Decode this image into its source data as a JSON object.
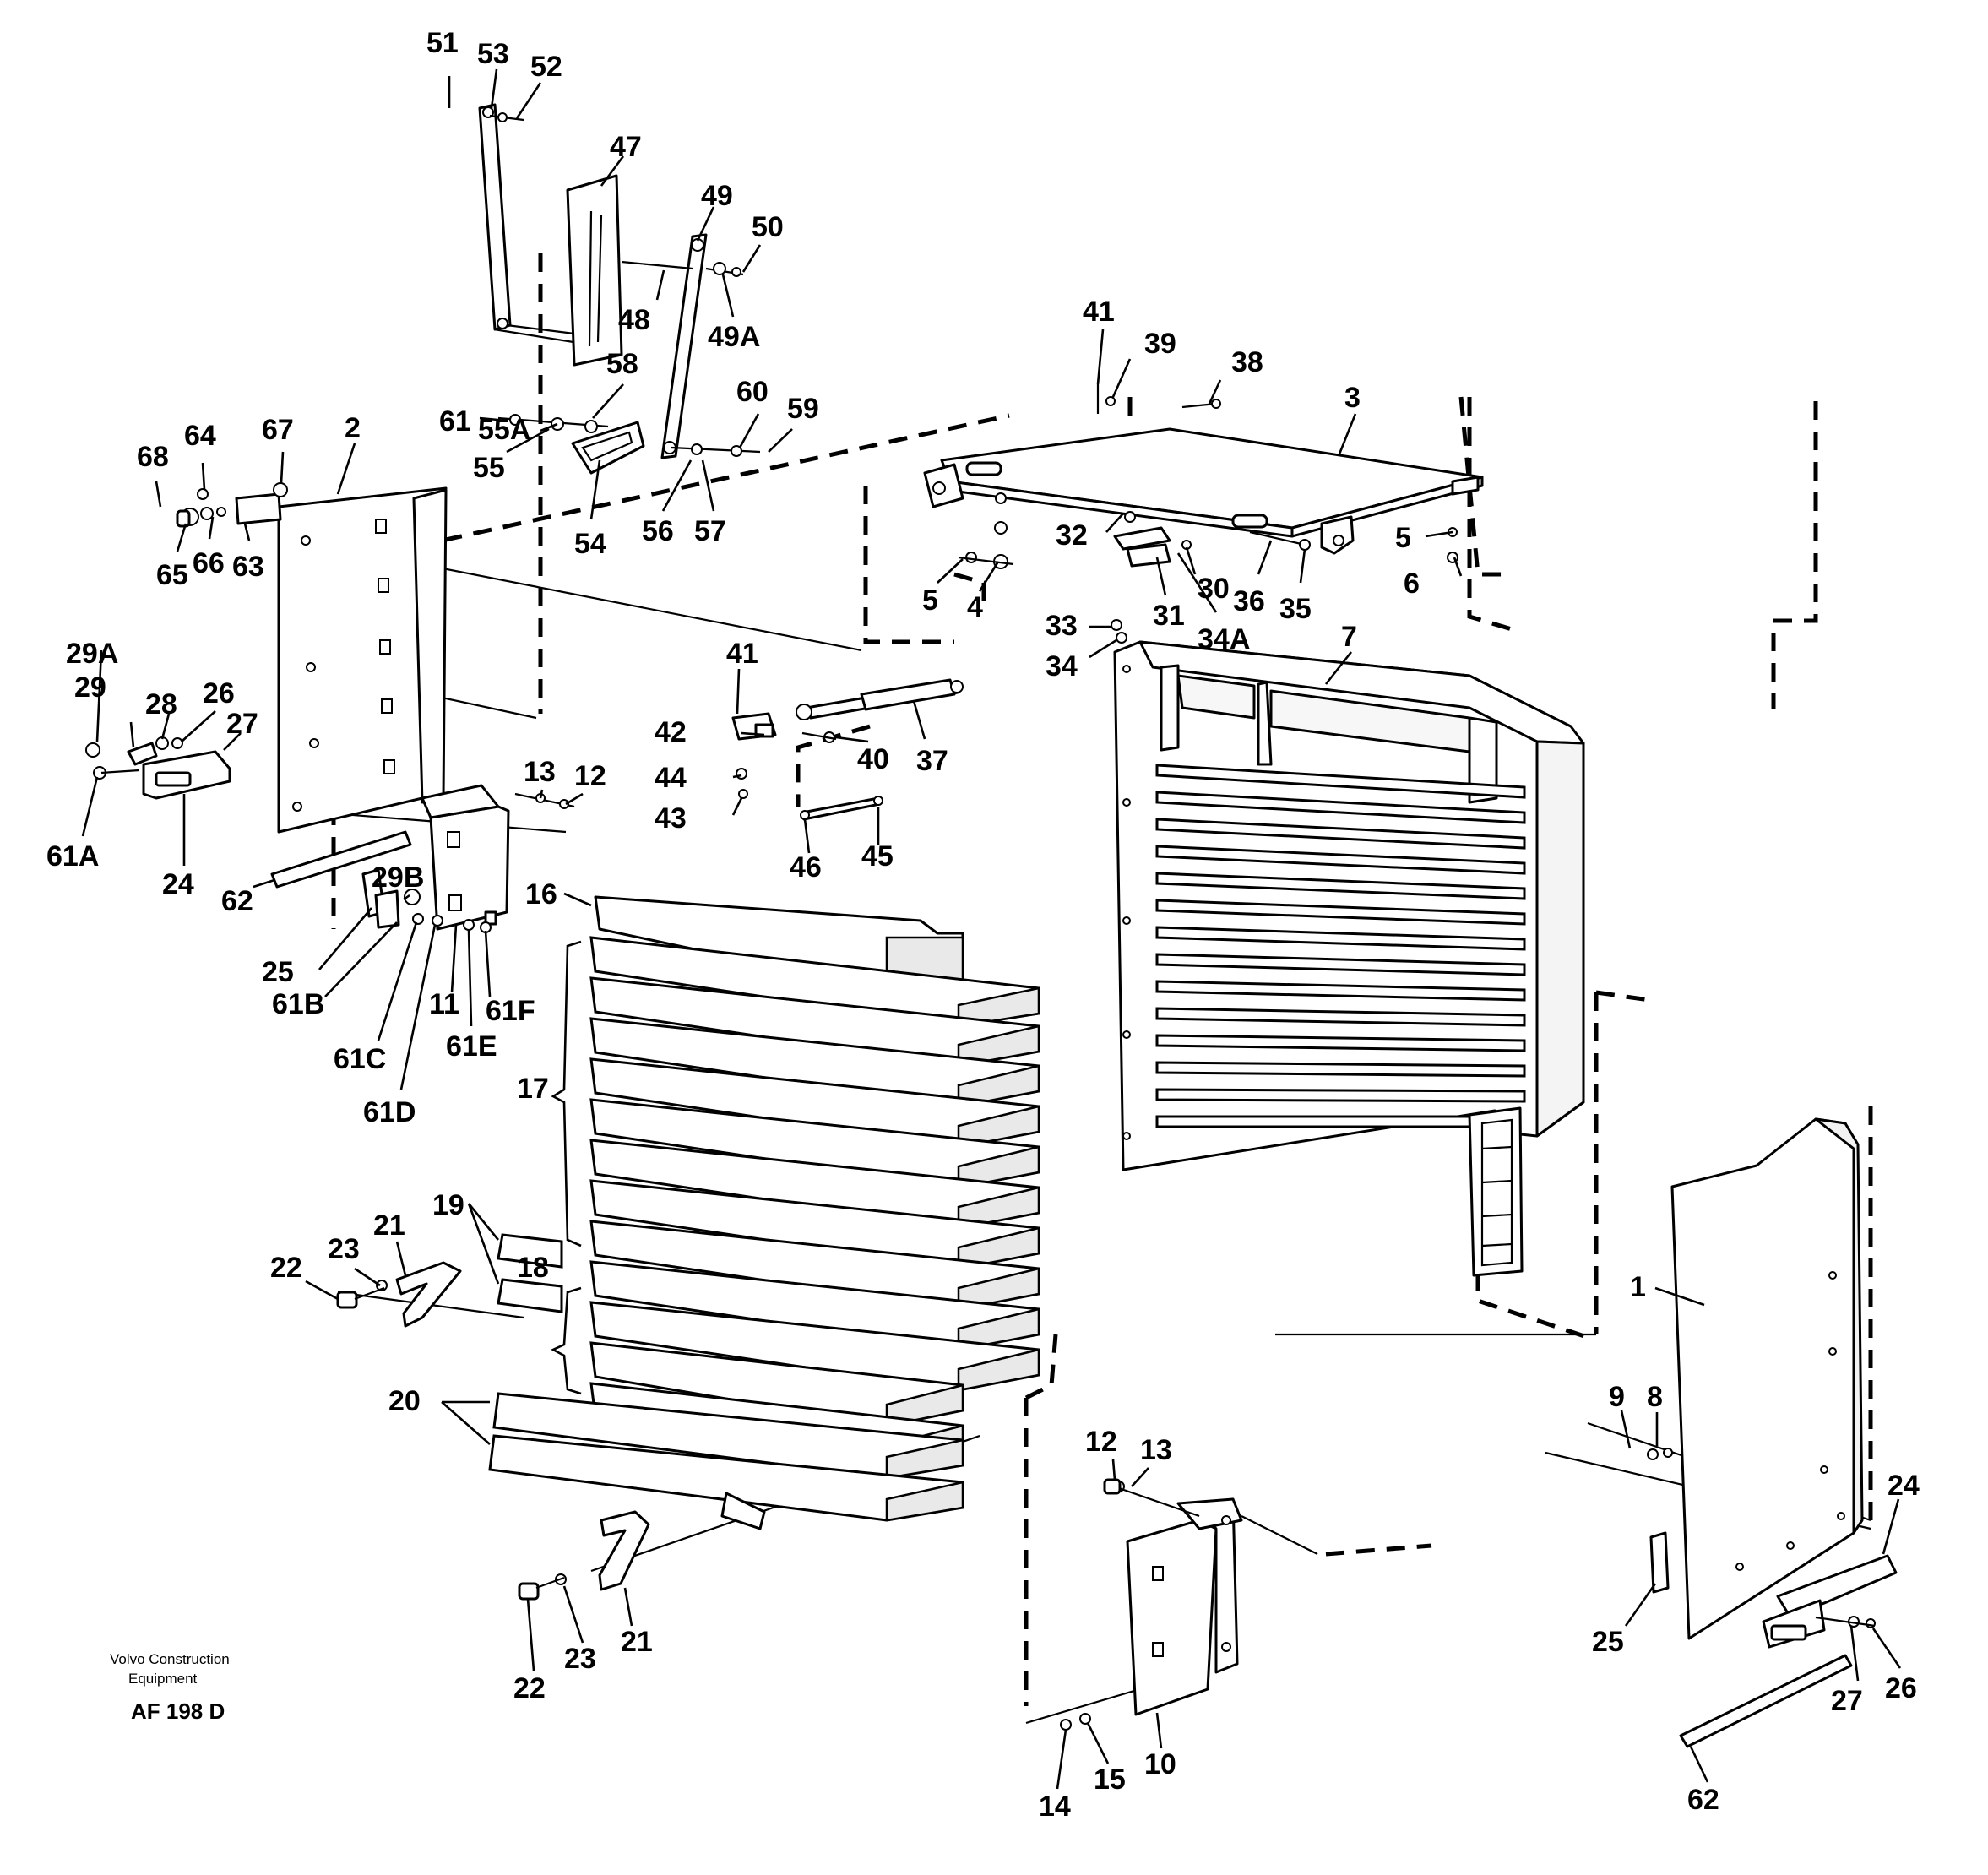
{
  "publisher": {
    "line1": "Volvo Construction",
    "line2": "Equipment"
  },
  "drawing_code": "AF 198 D",
  "callouts": [
    {
      "text": "51"
    },
    {
      "text": "53"
    },
    {
      "text": "52"
    },
    {
      "text": "47"
    },
    {
      "text": "49"
    },
    {
      "text": "50"
    },
    {
      "text": "48"
    },
    {
      "text": "49A"
    },
    {
      "text": "41"
    },
    {
      "text": "39"
    },
    {
      "text": "38"
    },
    {
      "text": "3"
    },
    {
      "text": "58"
    },
    {
      "text": "60"
    },
    {
      "text": "59"
    },
    {
      "text": "61"
    },
    {
      "text": "55A"
    },
    {
      "text": "55"
    },
    {
      "text": "54"
    },
    {
      "text": "56"
    },
    {
      "text": "57"
    },
    {
      "text": "67"
    },
    {
      "text": "64"
    },
    {
      "text": "68"
    },
    {
      "text": "2"
    },
    {
      "text": "65"
    },
    {
      "text": "66"
    },
    {
      "text": "63"
    },
    {
      "text": "32"
    },
    {
      "text": "5"
    },
    {
      "text": "4"
    },
    {
      "text": "30"
    },
    {
      "text": "31"
    },
    {
      "text": "34A"
    },
    {
      "text": "36"
    },
    {
      "text": "35"
    },
    {
      "text": "5"
    },
    {
      "text": "6"
    },
    {
      "text": "33"
    },
    {
      "text": "34"
    },
    {
      "text": "7"
    },
    {
      "text": "29A"
    },
    {
      "text": "29"
    },
    {
      "text": "28"
    },
    {
      "text": "26"
    },
    {
      "text": "27"
    },
    {
      "text": "61A"
    },
    {
      "text": "24"
    },
    {
      "text": "41"
    },
    {
      "text": "42"
    },
    {
      "text": "40"
    },
    {
      "text": "37"
    },
    {
      "text": "44"
    },
    {
      "text": "43"
    },
    {
      "text": "46"
    },
    {
      "text": "45"
    },
    {
      "text": "13"
    },
    {
      "text": "12"
    },
    {
      "text": "62"
    },
    {
      "text": "29B"
    },
    {
      "text": "16"
    },
    {
      "text": "25"
    },
    {
      "text": "61B"
    },
    {
      "text": "11"
    },
    {
      "text": "61F"
    },
    {
      "text": "61E"
    },
    {
      "text": "61C"
    },
    {
      "text": "61D"
    },
    {
      "text": "17"
    },
    {
      "text": "19"
    },
    {
      "text": "21"
    },
    {
      "text": "22"
    },
    {
      "text": "23"
    },
    {
      "text": "18"
    },
    {
      "text": "20"
    },
    {
      "text": "22"
    },
    {
      "text": "23"
    },
    {
      "text": "21"
    },
    {
      "text": "1"
    },
    {
      "text": "9"
    },
    {
      "text": "8"
    },
    {
      "text": "12"
    },
    {
      "text": "13"
    },
    {
      "text": "24"
    },
    {
      "text": "25"
    },
    {
      "text": "27"
    },
    {
      "text": "26"
    },
    {
      "text": "10"
    },
    {
      "text": "14"
    },
    {
      "text": "15"
    },
    {
      "text": "62"
    }
  ]
}
